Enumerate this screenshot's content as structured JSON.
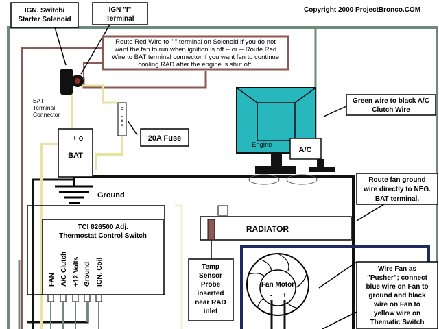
{
  "copyright": "Copyright 2000 ProjectBronco.COM",
  "labels": {
    "ign_switch": [
      "IGN. Switch/",
      "Starter Solenoid"
    ],
    "ign_terminal": [
      "IGN \"I\"",
      "Terminal"
    ],
    "route_note": [
      "Route Red Wire to \"I\" terminal on Solenoid if you do not",
      "want the fan to run when ignition is off -- or -- Route Red",
      "Wire to BAT terminal connector if you want fan to continue",
      "cooling RAD after the engine is shut off."
    ],
    "bat_connector": [
      "BAT",
      "Terminal",
      "Connector"
    ],
    "fuse_text": "Fuse",
    "fuse_20a": "20A Fuse",
    "bat": "BAT",
    "bat_plus": "+",
    "bat_minus": "-",
    "ground": "Ground",
    "engine": "Engine",
    "ac": "A/C",
    "green_wire": [
      "Green wire to black A/C",
      "Clutch Wire"
    ],
    "route_ground": [
      "Route fan ground",
      "wire directly to NEG.",
      "BAT terminal."
    ],
    "tci": [
      "TCI  826500 Adj.",
      "Thermostat Control Switch"
    ],
    "pins": [
      "FAN",
      "A/C Clutch",
      "+12 Volts",
      "Ground",
      "IGN. Coil"
    ],
    "radiator": "RADIATOR",
    "temp_sensor": [
      "Temp",
      "Sensor",
      "Probe",
      "inserted",
      "near RAD",
      "inlet"
    ],
    "fan_motor": "Fan Motor",
    "fan_minus": "-",
    "fan_plus": "+",
    "wire_fan": [
      "Wire Fan as",
      "\"Pusher\"; connect",
      "blue wire on Fan to",
      "ground and black",
      "wire on Fan to",
      "yellow wire on",
      "Thematic Switch"
    ]
  },
  "colors": {
    "red_wire": "#8c5a52",
    "green_wire": "#6f8a7d",
    "black_wire": "#111111",
    "yellow_wire": "#e9e3a2",
    "navy_wire": "#1d2a63",
    "engine_fill": "#27b7bd"
  }
}
